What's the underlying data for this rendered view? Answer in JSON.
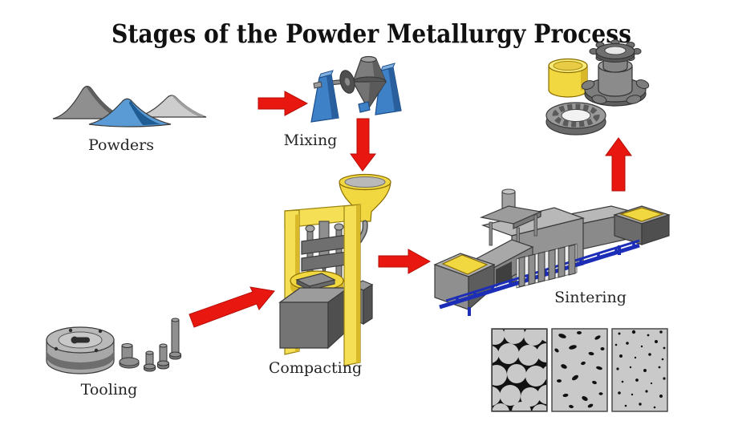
{
  "title": "Stages of the Powder Metallurgy Process",
  "stages": [
    {
      "name": "powders",
      "label": "Powders"
    },
    {
      "name": "mixing",
      "label": "Mixing"
    },
    {
      "name": "compacting",
      "label": "Compacting"
    },
    {
      "name": "sintering",
      "label": "Sintering"
    },
    {
      "name": "tooling",
      "label": "Tooling"
    }
  ],
  "flow": [
    {
      "from": "powders",
      "to": "mixing",
      "direction": "right"
    },
    {
      "from": "mixing",
      "to": "compacting",
      "direction": "down"
    },
    {
      "from": "tooling",
      "to": "compacting",
      "direction": "up-right"
    },
    {
      "from": "compacting",
      "to": "sintering",
      "direction": "right"
    },
    {
      "from": "sintering",
      "to": "finished-parts",
      "direction": "up"
    }
  ],
  "colors": {
    "arrow_red": "#E8170F",
    "arrow_red_dark": "#B50F09",
    "machine_yellow": "#F2D840",
    "machine_yellow_light": "#F5E055",
    "machine_yellow_dark": "#D9B92A",
    "mixer_blue": "#3F81C6",
    "mixer_blue_dark": "#2A5F9E",
    "rail_blue": "#1C2EB8",
    "powder_blue": "#5B9BD5",
    "powder_blue_dark": "#1F5C94",
    "metal_light": "#B5B5B5",
    "metal_mid": "#8F8F8F",
    "metal_dark": "#5F5F5F",
    "micro_bg": "#C9C9C9"
  }
}
